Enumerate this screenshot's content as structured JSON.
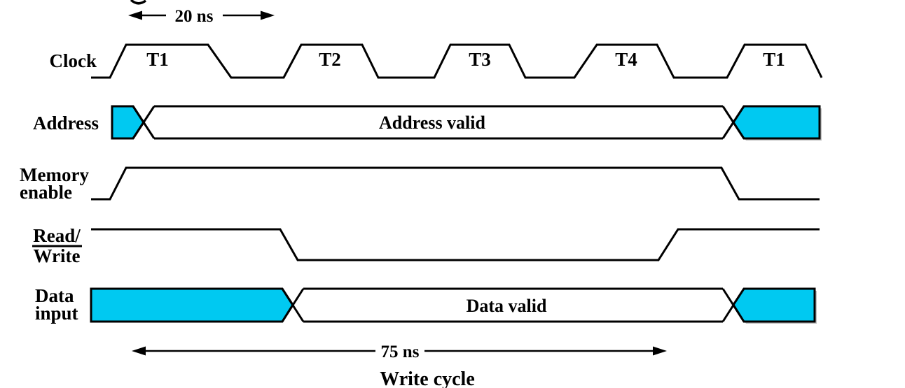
{
  "figure": {
    "type": "timing-diagram",
    "top_dimension_label": "20 ns",
    "bottom_dimension_label": "75 ns",
    "bottom_caption": "Write cycle",
    "clock_phases": [
      "T1",
      "T2",
      "T3",
      "T4",
      "T1"
    ],
    "row_labels": {
      "clock": "Clock",
      "address": "Address",
      "memory_enable_line1": "Memory",
      "memory_enable_line2": "enable",
      "read_write_line1": "Read/",
      "read_write_line2": "Write",
      "read_write_note": "Write is complemented (overline)",
      "data_input_line1": "Data",
      "data_input_line2": "input"
    },
    "bus_labels": {
      "address_valid": "Address valid",
      "data_valid": "Data valid"
    },
    "signals": [
      {
        "label": "Clock",
        "kind": "clock",
        "description": "Five pulses labeled T1 T2 T3 T4 T1"
      },
      {
        "label": "Address",
        "kind": "bus",
        "description": "Unknown (cyan) until T1, Address valid through T4, then unknown (cyan)"
      },
      {
        "label": "Memory enable",
        "kind": "level",
        "description": "Rises at start of T1, falls after T4"
      },
      {
        "label": "Read/Write",
        "kind": "level",
        "description": "High, drops low during T2 through T4, returns high"
      },
      {
        "label": "Data input",
        "kind": "bus",
        "description": "Unknown (cyan) until T2, Data valid, then unknown (cyan)"
      }
    ],
    "colors": {
      "bus_highlight": "#00C9F1",
      "line": "#000000",
      "shadow": "#8c8c8c"
    }
  }
}
